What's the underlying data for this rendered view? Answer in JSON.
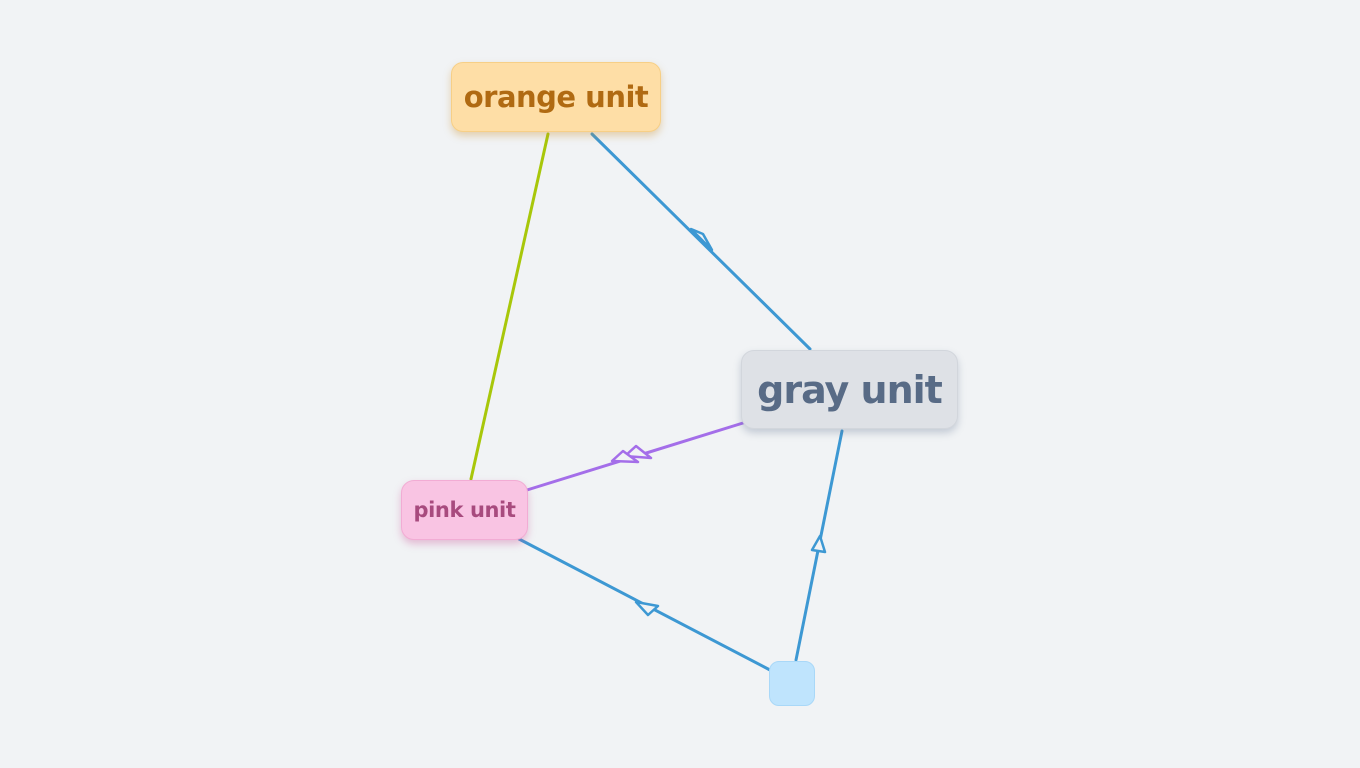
{
  "nodes": {
    "orange": {
      "label": "orange unit",
      "color": "#fedea6"
    },
    "gray": {
      "label": "gray unit",
      "color": "#dee1e6"
    },
    "pink": {
      "label": "pink unit",
      "color": "#f9c4e3"
    },
    "blue": {
      "label": "",
      "color": "#bfe4fd"
    }
  },
  "edges": [
    {
      "from": "orange",
      "to": "gray",
      "color": "#3d98d3",
      "arrow": "single"
    },
    {
      "from": "orange",
      "to": "pink",
      "color": "#a8c70a",
      "arrow": "none"
    },
    {
      "from": "gray",
      "to": "pink",
      "color": "#a46ee9",
      "arrow": "double"
    },
    {
      "from": "blue",
      "to": "pink",
      "color": "#3d98d3",
      "arrow": "single"
    },
    {
      "from": "blue",
      "to": "gray",
      "color": "#3d98d3",
      "arrow": "single"
    }
  ]
}
